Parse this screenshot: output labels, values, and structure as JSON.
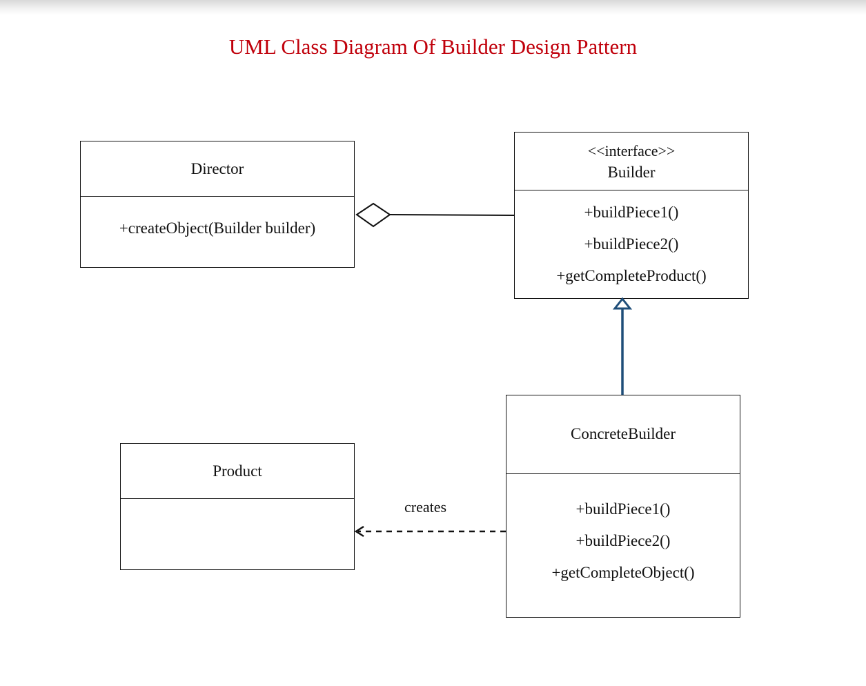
{
  "title": "UML Class Diagram Of Builder Design Pattern",
  "colors": {
    "title": "#c0000b",
    "realization_arrow": "#1f4e79",
    "lines": "#111111"
  },
  "classes": {
    "director": {
      "name": "Director",
      "methods": [
        "+createObject(Builder builder)"
      ]
    },
    "builder": {
      "stereotype": "<<interface>>",
      "name": "Builder",
      "methods": [
        "+buildPiece1()",
        "+buildPiece2()",
        "+getCompleteProduct()"
      ]
    },
    "concrete_builder": {
      "name": "ConcreteBuilder",
      "methods": [
        "+buildPiece1()",
        "+buildPiece2()",
        "+getCompleteObject()"
      ]
    },
    "product": {
      "name": "Product",
      "methods": []
    }
  },
  "relations": {
    "aggregation": {
      "from": "Director",
      "to": "Builder",
      "kind": "aggregation"
    },
    "realization": {
      "from": "ConcreteBuilder",
      "to": "Builder",
      "kind": "realization"
    },
    "dependency": {
      "from": "ConcreteBuilder",
      "to": "Product",
      "kind": "dependency",
      "label": "creates"
    }
  }
}
